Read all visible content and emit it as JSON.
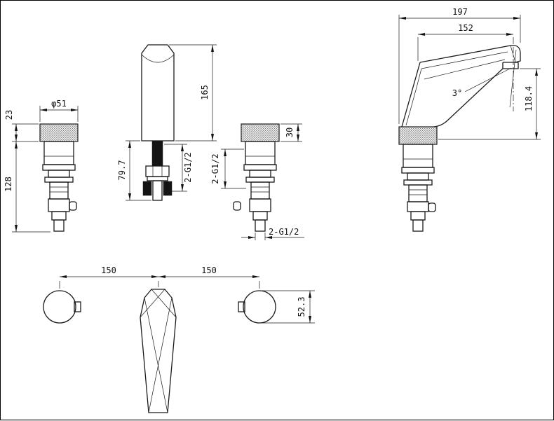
{
  "drawing": {
    "title": "basin-faucet-dimension-drawing",
    "views": {
      "valve_left": {
        "dim_cap_height": "23",
        "dim_diameter": "φ51",
        "dim_body_height": "128"
      },
      "spout_front": {
        "dim_height": "165",
        "dim_shank_length": "79.7",
        "dim_thread": "2-G1/2"
      },
      "valve_right": {
        "dim_cap_height": "30",
        "dim_thread_side": "2-G1/2",
        "dim_thread_bottom": "2-G1/2"
      },
      "faucet_side": {
        "dim_total_length": "197",
        "dim_spout_reach": "152",
        "dim_spout_angle": "3°",
        "dim_outlet_height": "118.4"
      },
      "plan": {
        "dim_spacing_left": "150",
        "dim_spacing_right": "150",
        "dim_handle_diameter": "52.3"
      }
    },
    "colors": {
      "line": "#1a1a1a",
      "background": "#ffffff"
    }
  }
}
